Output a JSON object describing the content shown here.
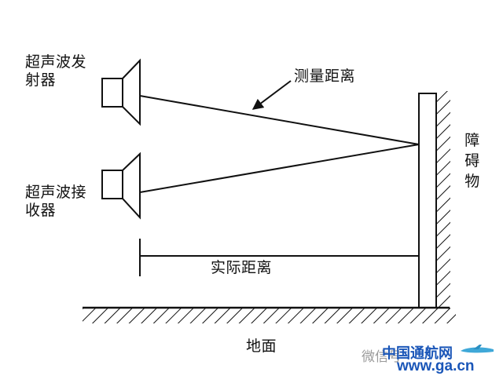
{
  "labels": {
    "transmitter": "超声波发\n射器",
    "receiver": "超声波接\n收器",
    "measured_distance": "测量距离",
    "obstacle": "障\n碍\n物",
    "actual_distance": "实际距离",
    "ground": "地面"
  },
  "watermark": {
    "prefix": "微信号",
    "brand": "中国通航网",
    "url": "www.ga.cn"
  },
  "colors": {
    "line": "#111111",
    "watermark_blue": "#1a56b8",
    "watermark_gray": "#9a9a9a"
  }
}
